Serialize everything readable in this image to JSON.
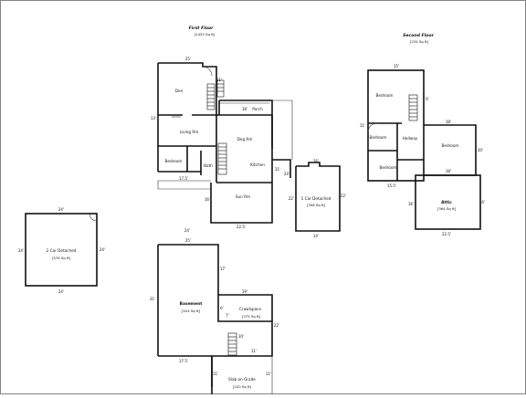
{
  "floors": {
    "first": {
      "title": "First Floor",
      "area": "[1425 Sq ft]"
    },
    "second": {
      "title": "Second Floor",
      "area": "[234 Sq ft]"
    }
  },
  "rooms": {
    "den": "Den",
    "living": "Living Rm",
    "bedroom1": "Bedroom",
    "bath": "Bath",
    "dining": "Dng Rm",
    "kitchen": "Kitchen",
    "porch": "Porch",
    "sun": "Sun Rm",
    "bedroom2a": "Bedroom",
    "bedroom2b": "Bedroom",
    "hallway": "Hallway",
    "bedroom2c": "Bedroom",
    "bedroom2d": "Bedroom",
    "attic": {
      "name": "Attic",
      "area": "[364 Sq ft]"
    },
    "garage_left": {
      "name": "2 Car Detached",
      "area": "[576 Sq ft]"
    },
    "garage_right": {
      "name": "1 Car Detached",
      "area": "[308 Sq ft]"
    },
    "basement": {
      "name": "Basement",
      "area": "[524 Sq ft]"
    },
    "crawlspace": {
      "name": "Crawlspace",
      "area": "[375 Sq ft]"
    },
    "slab": {
      "name": "Slab on Grade",
      "area": "[220 Sq ft]"
    }
  },
  "dims": {
    "den_top": "25'",
    "den_side": "13'",
    "living_side": "11'",
    "porch_w": "18'",
    "bed_w": "17.5'",
    "dng_side": "31'",
    "sun_side": "16'",
    "sun_bottom": "22.5'",
    "bottom_dim": "24'",
    "kitchen_dim": "24'",
    "garage_r_top": "16'",
    "garage_r_left": "22'",
    "garage_r_right": "22'",
    "garage_r_bottom": "14'",
    "sf_top": "15'",
    "sf_left": "11'",
    "sf_stair": "6'",
    "sf_right_top": "18'",
    "sf_bed_r": "10'",
    "sf_mid": "18'",
    "sf_bottom": "15.5'",
    "attic_left": "16'",
    "attic_right": "16'",
    "attic_bottom": "22.5'",
    "gl_top": "24'",
    "gl_left": "24'",
    "gl_right": "24'",
    "gl_bottom": "24'",
    "base_top": "25'",
    "base_left": "31'",
    "base_right": "17'",
    "crawl_top": "19'",
    "crawl_step": "6'",
    "crawl_notch": "7'",
    "crawl_right": "22'",
    "crawl_stair": "10'",
    "crawl_bottom": "11'",
    "base_bottom": "17.5'",
    "slab_left": "11'",
    "slab_right": "11'"
  }
}
